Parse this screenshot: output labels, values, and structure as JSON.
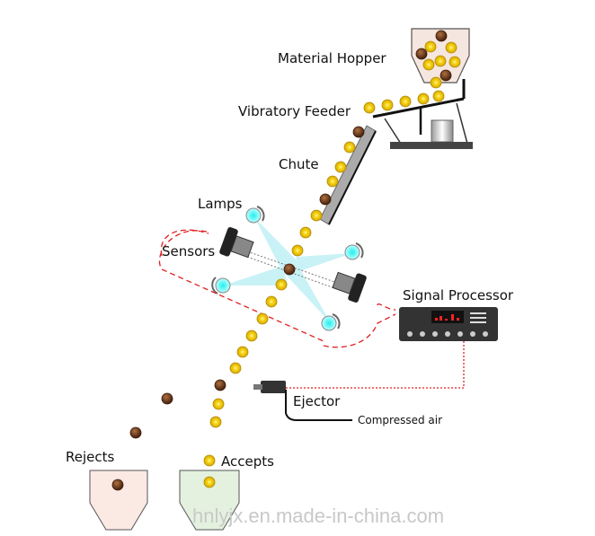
{
  "labels": {
    "hopper": "Material Hopper",
    "feeder": "Vibratory Feeder",
    "chute": "Chute",
    "lamps": "Lamps",
    "sensors": "Sensors",
    "processor": "Signal Processor",
    "ejector": "Ejector",
    "air": "Compressed air",
    "rejects": "Rejects",
    "accepts": "Accepts"
  },
  "watermark": "hnlyjx.en.made-in-china.com",
  "colors": {
    "good": "#f5d21a",
    "bad": "#6b3a1f",
    "signal": "#e02020",
    "light": "#38d8e8",
    "hopper": "#f6e6e0",
    "accept_bin": "#e4f1df",
    "reject_bin": "#fbe9e4"
  }
}
